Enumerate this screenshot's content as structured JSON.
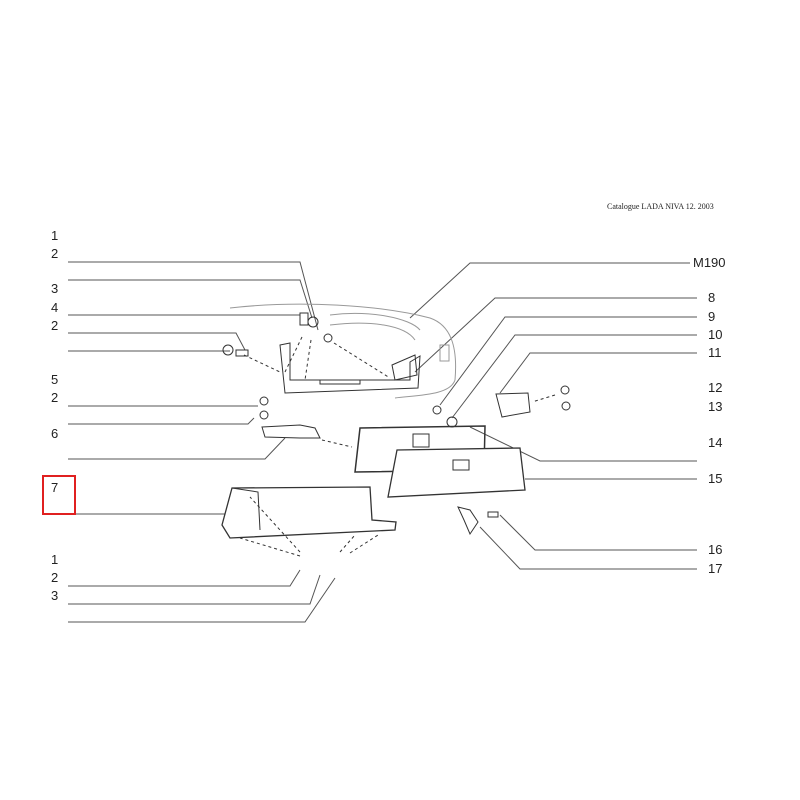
{
  "header": {
    "catalogue": "Catalogue LADA NIVA 12. 2003"
  },
  "highlight_color": "#e02020",
  "left_callouts": [
    "1",
    "2",
    "3",
    "4",
    "2",
    "5",
    "2",
    "6",
    "7",
    "1",
    "2",
    "3"
  ],
  "right_callouts": [
    "M190",
    "8",
    "9",
    "10",
    "11",
    "12",
    "13",
    "14",
    "15",
    "16",
    "17"
  ],
  "selected_callout": "7"
}
